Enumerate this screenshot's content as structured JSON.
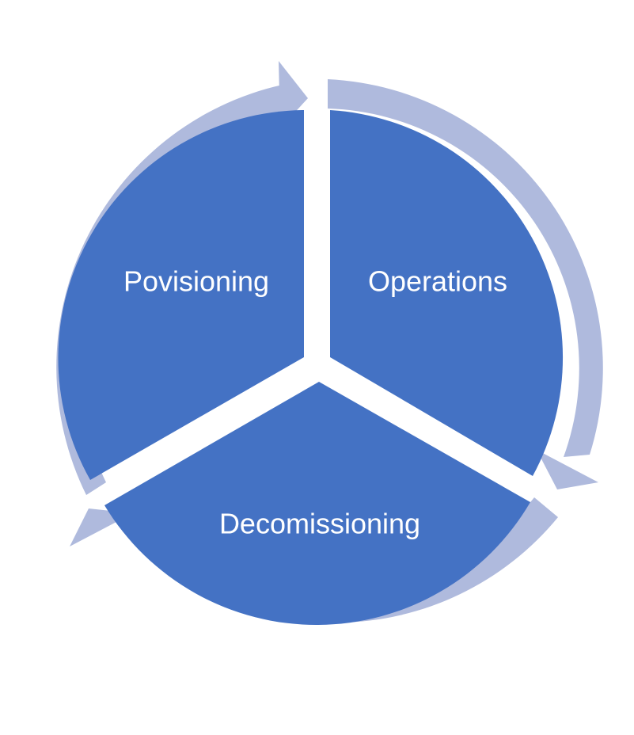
{
  "diagram": {
    "type": "cycle",
    "segments": [
      {
        "label": "Povisioning"
      },
      {
        "label": "Operations"
      },
      {
        "label": "Decomissioning"
      }
    ],
    "colors": {
      "segment_fill": "#4472C4",
      "arrow_fill": "#AFBADD",
      "background": "#FFFFFF"
    }
  }
}
